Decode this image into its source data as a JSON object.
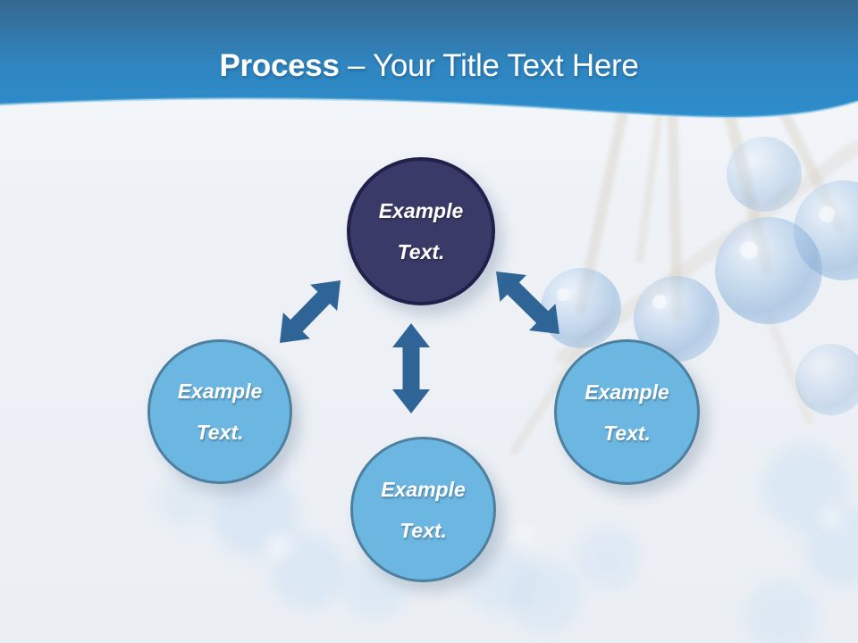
{
  "header": {
    "title_emphasis": "Process",
    "title_separator": " – ",
    "title_rest": "Your Title Text Here"
  },
  "diagram": {
    "nodes": [
      {
        "id": "top",
        "label": "Example Text.",
        "variant": "dark"
      },
      {
        "id": "left",
        "label": "Example Text.",
        "variant": "light"
      },
      {
        "id": "bottom",
        "label": "Example Text.",
        "variant": "light"
      },
      {
        "id": "right",
        "label": "Example Text.",
        "variant": "light"
      }
    ],
    "connectors": [
      {
        "id": "arrow-top-to-left",
        "type": "double-arrow",
        "direction": "diagonal"
      },
      {
        "id": "arrow-top-to-bottom",
        "type": "double-arrow",
        "direction": "vertical"
      },
      {
        "id": "arrow-top-to-right",
        "type": "double-arrow",
        "direction": "diagonal"
      }
    ]
  },
  "colors": {
    "header_gradient_top": "#36688f",
    "header_gradient_bottom": "#2d8dcb",
    "header_edge_highlight": "#7dbfe4",
    "title_text": "#ffffff",
    "dark_node_fill": "#3a3a68",
    "dark_node_border": "#20204a",
    "light_node_fill": "#6cb6e2",
    "light_node_border": "#4d809f",
    "node_text": "#ffffff",
    "arrow": "#2e6496",
    "background": "#edf1f6"
  }
}
